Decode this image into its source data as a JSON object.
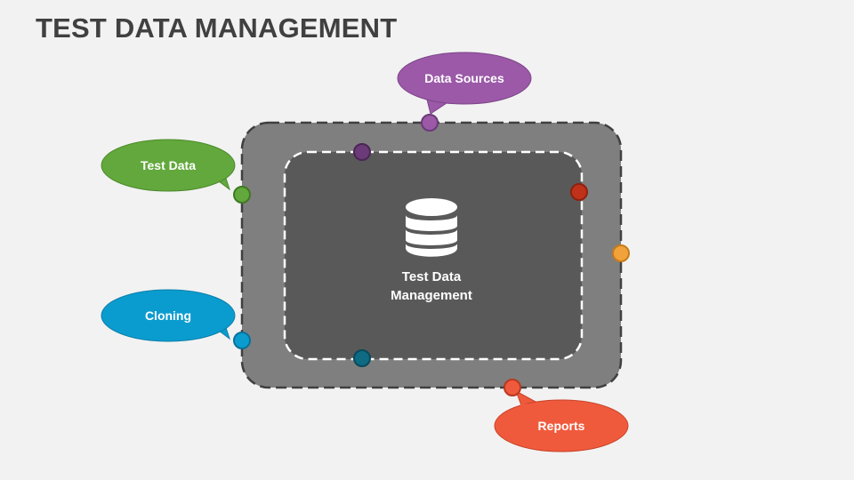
{
  "title": "TEST DATA MANAGEMENT",
  "center": {
    "icon": "database-icon",
    "label_line1": "Test Data",
    "label_line2": "Management"
  },
  "callouts": {
    "data_sources": {
      "label": "Data Sources",
      "color": "#9b59a8"
    },
    "test_data": {
      "label": "Test Data",
      "color": "#62a83c"
    },
    "cloning": {
      "label": "Cloning",
      "color": "#0b9ccf"
    },
    "reports": {
      "label": "Reports",
      "color": "#f05a3c"
    }
  },
  "colors": {
    "background": "#f2f2f2",
    "outer_box": "#7f7f7f",
    "inner_box": "#595959",
    "outer_border": "#404040",
    "inner_border": "#ffffff",
    "dot_purple_dark": "#6b3a78",
    "dot_red": "#c0311a",
    "dot_orange": "#f2a23a",
    "dot_teal": "#0e6b83"
  }
}
